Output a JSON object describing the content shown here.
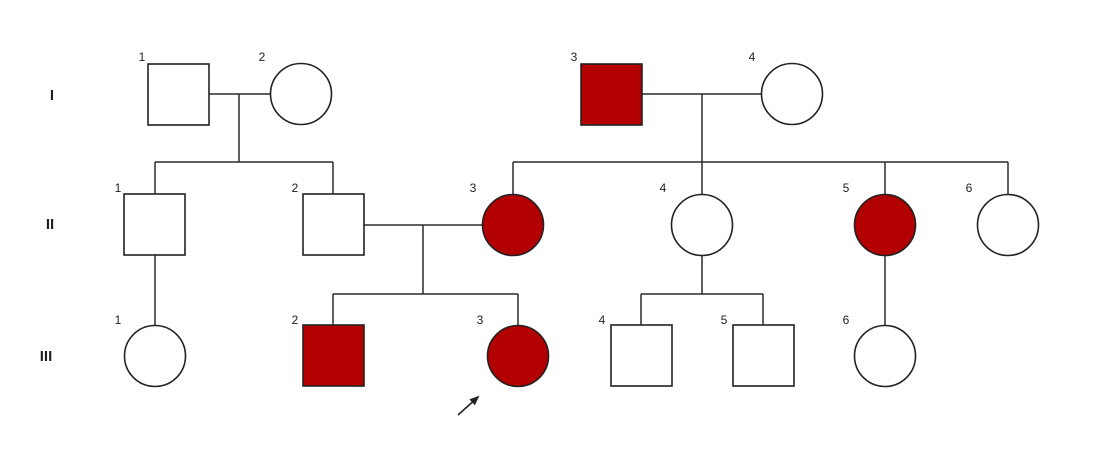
{
  "colors": {
    "affected": "#b30000",
    "unaffected": "#ffffff",
    "line": "#2b2b2b"
  },
  "generations": [
    {
      "id": "I",
      "label": "I"
    },
    {
      "id": "II",
      "label": "II"
    },
    {
      "id": "III",
      "label": "III"
    }
  ],
  "individuals": [
    {
      "id": "I-1",
      "gen": "I",
      "number": "1",
      "sex": "male",
      "affected": false
    },
    {
      "id": "I-2",
      "gen": "I",
      "number": "2",
      "sex": "female",
      "affected": false
    },
    {
      "id": "I-3",
      "gen": "I",
      "number": "3",
      "sex": "male",
      "affected": true
    },
    {
      "id": "I-4",
      "gen": "I",
      "number": "4",
      "sex": "female",
      "affected": false
    },
    {
      "id": "II-1",
      "gen": "II",
      "number": "1",
      "sex": "male",
      "affected": false
    },
    {
      "id": "II-2",
      "gen": "II",
      "number": "2",
      "sex": "male",
      "affected": false
    },
    {
      "id": "II-3",
      "gen": "II",
      "number": "3",
      "sex": "female",
      "affected": true
    },
    {
      "id": "II-4",
      "gen": "II",
      "number": "4",
      "sex": "female",
      "affected": false
    },
    {
      "id": "II-5",
      "gen": "II",
      "number": "5",
      "sex": "female",
      "affected": true
    },
    {
      "id": "II-6",
      "gen": "II",
      "number": "6",
      "sex": "female",
      "affected": false
    },
    {
      "id": "III-1",
      "gen": "III",
      "number": "1",
      "sex": "female",
      "affected": false
    },
    {
      "id": "III-2",
      "gen": "III",
      "number": "2",
      "sex": "male",
      "affected": true
    },
    {
      "id": "III-3",
      "gen": "III",
      "number": "3",
      "sex": "female",
      "affected": true,
      "proband": true
    },
    {
      "id": "III-4",
      "gen": "III",
      "number": "4",
      "sex": "male",
      "affected": false
    },
    {
      "id": "III-5",
      "gen": "III",
      "number": "5",
      "sex": "male",
      "affected": false
    },
    {
      "id": "III-6",
      "gen": "III",
      "number": "6",
      "sex": "female",
      "affected": false
    }
  ],
  "unions": [
    {
      "id": "U1",
      "partners": [
        "I-1",
        "I-2"
      ],
      "children": [
        "II-1",
        "II-2"
      ]
    },
    {
      "id": "U2",
      "partners": [
        "I-3",
        "I-4"
      ],
      "children": [
        "II-3",
        "II-4",
        "II-5",
        "II-6"
      ]
    },
    {
      "id": "U3",
      "partners": [
        "II-2",
        "II-3"
      ],
      "children": [
        "III-2",
        "III-3"
      ]
    }
  ],
  "single_parent_children": [
    {
      "parent": "II-1",
      "children": [
        "III-1"
      ]
    },
    {
      "parent": "II-4",
      "children": [
        "III-4",
        "III-5"
      ]
    },
    {
      "parent": "II-5",
      "children": [
        "III-6"
      ]
    }
  ]
}
